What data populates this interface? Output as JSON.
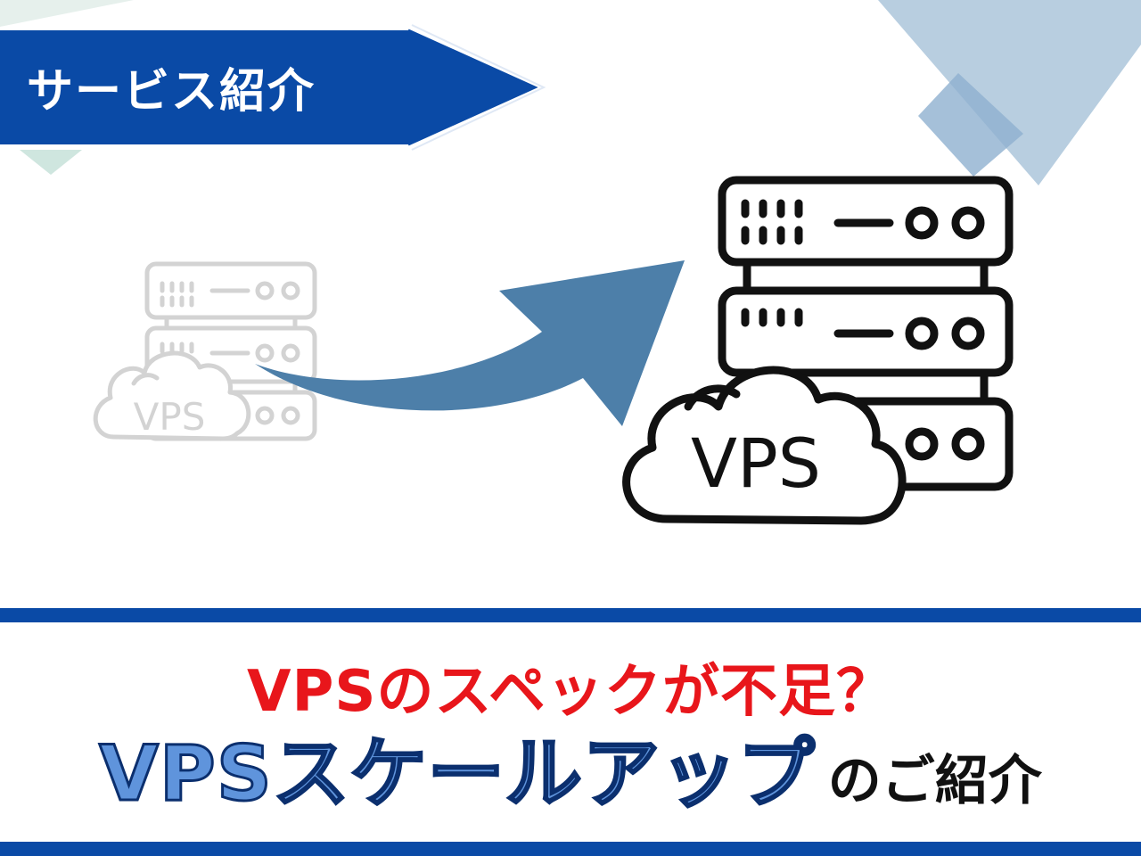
{
  "badge": {
    "label": "サービス紹介"
  },
  "illustration": {
    "small_server_label": "VPS",
    "large_server_label": "VPS"
  },
  "headline": {
    "question": "VPSのスペックが不足？",
    "emphasis": "VPSスケールアップ",
    "suffix": "のご紹介"
  },
  "colors": {
    "brand_blue": "#0a4aa6",
    "arrow_blue": "#4d7fa9",
    "accent_red": "#e8161b",
    "emphasis_blue": "#5f94dc"
  },
  "icons": [
    "server-rack-icon",
    "cloud-icon",
    "curved-arrow-icon"
  ]
}
